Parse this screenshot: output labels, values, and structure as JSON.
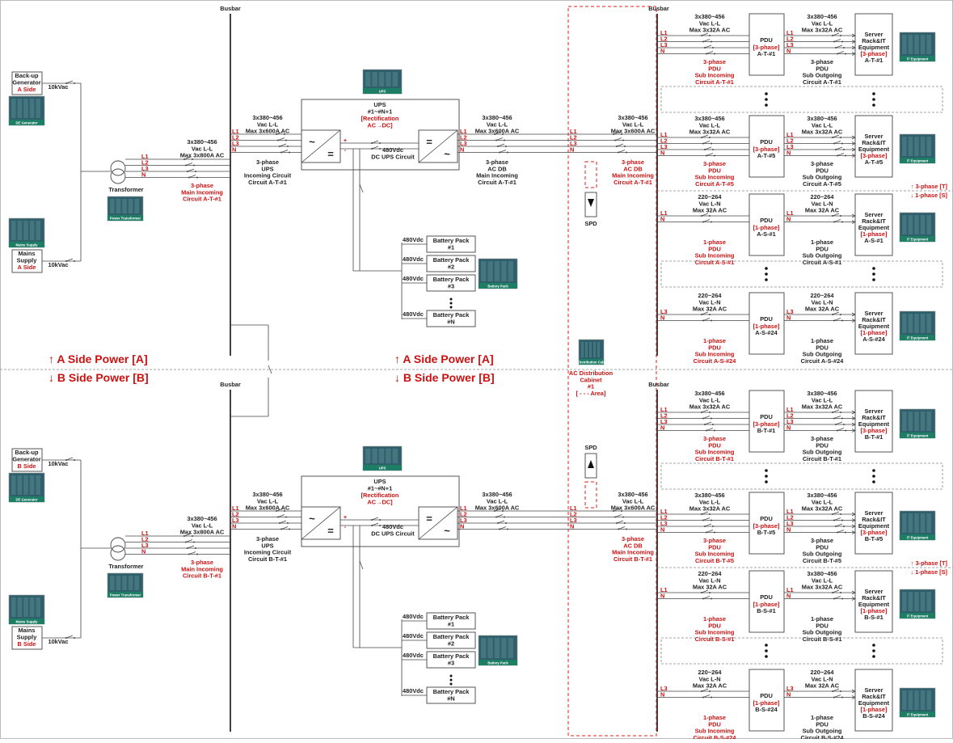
{
  "busbar_label": "Busbar",
  "sides": [
    {
      "id": "A",
      "power_label_up": "↑ A Side Power [A]",
      "generator": {
        "line1": "Back-up",
        "line2": "Generator",
        "side": "A Side",
        "rating": "10kVac",
        "photo_caption": "DE Generator"
      },
      "mains": {
        "line1": "Mains",
        "line2": "Supply",
        "side": "A Side",
        "rating": "10kVac",
        "photo_caption": "Mains Supply"
      },
      "transformer": {
        "label": "Transformer",
        "photo_caption": "Power Transformer",
        "spec": [
          "3x380~456",
          "Vac L-L",
          "Max 3x800A AC"
        ],
        "circuit": [
          "3-phase",
          "Main Incoming",
          "Circuit A-T-#1"
        ]
      },
      "ups_in": {
        "spec": [
          "3x380~456",
          "Vac L-L",
          "Max 3x600A AC"
        ],
        "circuit": [
          "3-phase",
          "UPS",
          "Incoming Circuit",
          "Circuit A-T-#1"
        ]
      },
      "ups": {
        "photo_caption": "UPS",
        "title": [
          "UPS",
          "#1~#N+1"
        ],
        "red": [
          "[Rectification",
          "AC→DC]"
        ],
        "dc": [
          "480Vdc",
          "DC UPS Circuit"
        ]
      },
      "ups_out": {
        "spec": [
          "3x380~456",
          "Vac L-L",
          "Max 3x600A AC"
        ],
        "circuit": [
          "3-phase",
          "AC DB",
          "Main Incoming",
          "Circuit A-T-#1"
        ]
      },
      "acdb": {
        "spec": [
          "3x380~456",
          "Vac L-L",
          "Max 3x600A AC"
        ],
        "circuit": [
          "3-phase",
          "AC DB",
          "Main Incoming",
          "Circuit A-T-#1"
        ],
        "spd": "SPD"
      },
      "batteries": [
        {
          "v": "480Vdc",
          "name": [
            "Battery Pack",
            "#1"
          ]
        },
        {
          "v": "480Vdc",
          "name": [
            "Battery Pack",
            "#2"
          ]
        },
        {
          "v": "480Vdc",
          "name": [
            "Battery Pack",
            "#3"
          ]
        },
        {
          "v": "480Vdc",
          "name": [
            "Battery Pack",
            "#N"
          ]
        }
      ],
      "battery_photo_caption": "Battery Pack",
      "pdus": [
        {
          "phases": [
            "L1",
            "L2",
            "L3",
            "N"
          ],
          "in_spec": [
            "3x380~456",
            "Vac L-L",
            "Max 3x32A AC"
          ],
          "in_circuit": [
            "3-phase",
            "PDU",
            "Sub Incoming",
            "Circuit A-T-#1"
          ],
          "pdu": [
            "PDU",
            "[3-phase]",
            "A-T-#1"
          ],
          "out_spec": [
            "3x380~456",
            "Vac L-L",
            "Max 3x32A AC"
          ],
          "out_circuit": [
            "3-phase",
            "PDU",
            "Sub Outgoing",
            "Circuit A-T-#1"
          ],
          "server": [
            "Server",
            "Rack&IT",
            "Equipment",
            "[3-phase]",
            "A-T-#1"
          ],
          "photo_caption": "IT Equipment"
        },
        {
          "phases": [
            "L1",
            "L2",
            "L3",
            "N"
          ],
          "in_spec": [
            "3x380~456",
            "Vac L-L",
            "Max 3x32A AC"
          ],
          "in_circuit": [
            "3-phase",
            "PDU",
            "Sub Incoming",
            "Circuit A-T-#5"
          ],
          "pdu": [
            "PDU",
            "[3-phase]",
            "A-T-#5"
          ],
          "out_spec": [
            "3x380~456",
            "Vac L-L",
            "Max 3x32A AC"
          ],
          "out_circuit": [
            "3-phase",
            "PDU",
            "Sub Outgoing",
            "Circuit A-T-#5"
          ],
          "server": [
            "Server",
            "Rack&IT",
            "Equipment",
            "[3-phase]",
            "A-T-#5"
          ],
          "photo_caption": "IT Equipment"
        },
        {
          "phases": [
            "L1",
            "N"
          ],
          "in_spec": [
            "220~264",
            "Vac L-N",
            "Max 32A AC"
          ],
          "in_circuit": [
            "1-phase",
            "PDU",
            "Sub Incoming",
            "Circuit A-S-#1"
          ],
          "pdu": [
            "PDU",
            "[1-phase]",
            "A-S-#1"
          ],
          "out_spec": [
            "220~264",
            "Vac L-N",
            "Max 32A AC"
          ],
          "out_circuit": [
            "1-phase",
            "PDU",
            "Sub Outgoing",
            "Circuit A-S-#1"
          ],
          "server": [
            "Server",
            "Rack&IT",
            "Equipment",
            "[1-phase]",
            "A-S-#1"
          ],
          "photo_caption": "IT Equipment"
        },
        {
          "phases": [
            "L3",
            "N"
          ],
          "in_spec": [
            "220~264",
            "Vac L-N",
            "Max 32A AC"
          ],
          "in_circuit": [
            "1-phase",
            "PDU",
            "Sub Incoming",
            "Circuit A-S-#24"
          ],
          "pdu": [
            "PDU",
            "[1-phase]",
            "A-S-#24"
          ],
          "out_spec": [
            "220~264",
            "Vac L-N",
            "Max 32A AC"
          ],
          "out_circuit": [
            "1-phase",
            "PDU",
            "Sub Outgoing",
            "Circuit A-S-#24"
          ],
          "server": [
            "Server",
            "Rack&IT",
            "Equipment",
            "[1-phase]",
            "A-S-#24"
          ],
          "photo_caption": "IT Equipment"
        }
      ],
      "phase_divider": {
        "up": "↑ 3-phase [T]",
        "down": "↓ 1-phase [S]"
      }
    },
    {
      "id": "B",
      "power_label_down": "↓ B Side Power [B]",
      "generator": {
        "line1": "Back-up",
        "line2": "Generator",
        "side": "B Side",
        "rating": "10kVac",
        "photo_caption": "DE Generator"
      },
      "mains": {
        "line1": "Mains",
        "line2": "Supply",
        "side": "B Side",
        "rating": "10kVac",
        "photo_caption": "Mains Supply"
      },
      "transformer": {
        "label": "Transformer",
        "photo_caption": "Power Transformer",
        "spec": [
          "3x380~456",
          "Vac L-L",
          "Max 3x800A AC"
        ],
        "circuit": [
          "3-phase",
          "Main Incoming",
          "Circuit B-T-#1"
        ]
      },
      "ups_in": {
        "spec": [
          "3x380~456",
          "Vac L-L",
          "Max 3x600A AC"
        ],
        "circuit": [
          "3-phase",
          "UPS",
          "Incoming Circuit",
          "Circuit B-T-#1"
        ]
      },
      "ups": {
        "photo_caption": "UPS",
        "title": [
          "UPS",
          "#1~#N+1"
        ],
        "red": [
          "[Rectification",
          "AC→DC]"
        ],
        "dc": [
          "480Vdc",
          "DC UPS Circuit"
        ]
      },
      "ups_out": {
        "spec": [
          "3x380~456",
          "Vac L-L",
          "Max 3x600A AC"
        ],
        "circuit": []
      },
      "acdb": {
        "spec": [
          "3x380~456",
          "Vac L-L",
          "Max 3x600A AC"
        ],
        "circuit": [
          "3-phase",
          "AC DB",
          "Main Incoming",
          "Circuit B-T-#1"
        ],
        "spd": "SPD"
      },
      "batteries": [
        {
          "v": "480Vdc",
          "name": [
            "Battery Pack",
            "#1"
          ]
        },
        {
          "v": "480Vdc",
          "name": [
            "Battery Pack",
            "#2"
          ]
        },
        {
          "v": "480Vdc",
          "name": [
            "Battery Pack",
            "#3"
          ]
        },
        {
          "v": "480Vdc",
          "name": [
            "Battery Pack",
            "#N"
          ]
        }
      ],
      "battery_photo_caption": "Battery Pack",
      "pdus": [
        {
          "phases": [
            "L1",
            "L2",
            "L3",
            "N"
          ],
          "in_spec": [
            "3x380~456",
            "Vac L-L",
            "Max 3x32A AC"
          ],
          "in_circuit": [
            "3-phase",
            "PDU",
            "Sub Incoming",
            "Circuit B-T-#1"
          ],
          "pdu": [
            "PDU",
            "[3-phase]",
            "B-T-#1"
          ],
          "out_spec": [
            "3x380~456",
            "Vac L-L",
            "Max 3x32A AC"
          ],
          "out_circuit": [
            "3-phase",
            "PDU",
            "Sub Outgoing",
            "Circuit B-T-#1"
          ],
          "server": [
            "Server",
            "Rack&IT",
            "Equipment",
            "[3-phase]",
            "B-T-#1"
          ],
          "photo_caption": "IT Equipment"
        },
        {
          "phases": [
            "L1",
            "L2",
            "L3",
            "N"
          ],
          "in_spec": [
            "3x380~456",
            "Vac L-L",
            "Max 3x32A AC"
          ],
          "in_circuit": [
            "3-phase",
            "PDU",
            "Sub Incoming",
            "Circuit B-T-#5"
          ],
          "pdu": [
            "PDU",
            "[3-phase]",
            "B-T-#5"
          ],
          "out_spec": [
            "3x380~456",
            "Vac L-L",
            "Max 3x32A AC"
          ],
          "out_circuit": [
            "3-phase",
            "PDU",
            "Sub Outgoing",
            "Circuit B-T-#5"
          ],
          "server": [
            "Server",
            "Rack&IT",
            "Equipment",
            "[3-phase]",
            "B-T-#5"
          ],
          "photo_caption": "IT Equipment"
        },
        {
          "phases": [
            "L1",
            "N"
          ],
          "in_spec": [
            "220~264",
            "Vac L-N",
            "Max 32A AC"
          ],
          "in_circuit": [
            "1-phase",
            "PDU",
            "Sub Incoming",
            "Circuit B-S-#1"
          ],
          "pdu": [
            "PDU",
            "[1-phase]",
            "B-S-#1"
          ],
          "out_spec": [
            "3x380~456",
            "Vac L-L",
            "Max 3x32A AC"
          ],
          "out_circuit": [
            "1-phase",
            "PDU",
            "Sub Outgoing",
            "Circuit B-S-#1"
          ],
          "server": [
            "Server",
            "Rack&IT",
            "Equipment",
            "[1-phase]",
            "B-S-#1"
          ],
          "photo_caption": "IT Equipment"
        },
        {
          "phases": [
            "L3",
            "N"
          ],
          "in_spec": [
            "220~264",
            "Vac L-N",
            "Max 32A AC"
          ],
          "in_circuit": [
            "1-phase",
            "PDU",
            "Sub Incoming",
            "Circuit B-S-#24"
          ],
          "pdu": [
            "PDU",
            "[1-phase]",
            "B-S-#24"
          ],
          "out_spec": [
            "220~264",
            "Vac L-N",
            "Max 32A AC"
          ],
          "out_circuit": [
            "1-phase",
            "PDU",
            "Sub Outgoing",
            "Circuit B-S-#24"
          ],
          "server": [
            "Server",
            "Rack&IT",
            "Equipment",
            "[1-phase]",
            "B-S-#24"
          ],
          "photo_caption": "IT Equipment"
        }
      ],
      "phase_divider": {
        "up": "↑ 3-phase [T]",
        "down": "↓ 1-phase [S]"
      }
    }
  ],
  "power_labels_mid": {
    "a": "↑ A Side Power [A]",
    "b": "↓ B Side Power [B]"
  },
  "cabinet": {
    "photo_caption": "AC Distribution Cabinet",
    "lines": [
      "AC Distribution",
      "Cabinet",
      "#1",
      "[ - - - Area]"
    ]
  },
  "colors": {
    "accent_red": "#cc1111",
    "line": "#444444",
    "photo_fill": "#2f5f6b"
  }
}
